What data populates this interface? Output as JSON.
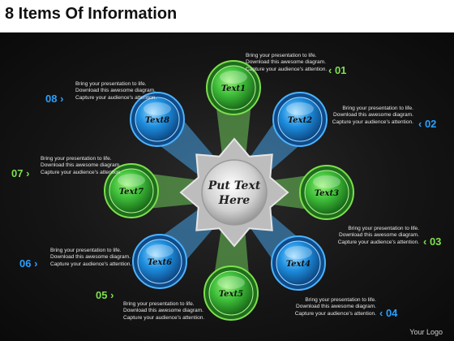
{
  "title": "8 Items Of Information",
  "center": {
    "line1": "Put Text",
    "line2": "Here"
  },
  "items": [
    {
      "num": "01",
      "label": "Text1",
      "color": "green",
      "desc": "Bring your presentation to life. Download this awesome diagram. Capture your audience's attention."
    },
    {
      "num": "02",
      "label": "Text2",
      "color": "blue",
      "desc": "Bring your presentation to life. Download this awesome diagram. Capture your audience's attention."
    },
    {
      "num": "03",
      "label": "Text3",
      "color": "green",
      "desc": "Bring your presentation to life. Download this awesome diagram. Capture your audience's attention."
    },
    {
      "num": "04",
      "label": "Text4",
      "color": "blue",
      "desc": "Bring your presentation to life. Download this awesome diagram. Capture your audience's attention."
    },
    {
      "num": "05",
      "label": "Text5",
      "color": "green",
      "desc": "Bring your presentation to life. Download this awesome diagram. Capture your audience's attention."
    },
    {
      "num": "06",
      "label": "Text6",
      "color": "blue",
      "desc": "Bring your presentation to life. Download this awesome diagram. Capture your audience's attention."
    },
    {
      "num": "07",
      "label": "Text7",
      "color": "green",
      "desc": "Bring your presentation to life. Download this awesome diagram. Capture your audience's attention."
    },
    {
      "num": "08",
      "label": "Text8",
      "color": "blue",
      "desc": "Bring your presentation to life. Download this awesome diagram. Capture your audience's attention."
    }
  ],
  "colors": {
    "green": "#3fbf3a",
    "blue": "#1e8fe0",
    "green_text": "#7ee04e",
    "blue_text": "#2aa0ff"
  },
  "logo": "Your Logo"
}
